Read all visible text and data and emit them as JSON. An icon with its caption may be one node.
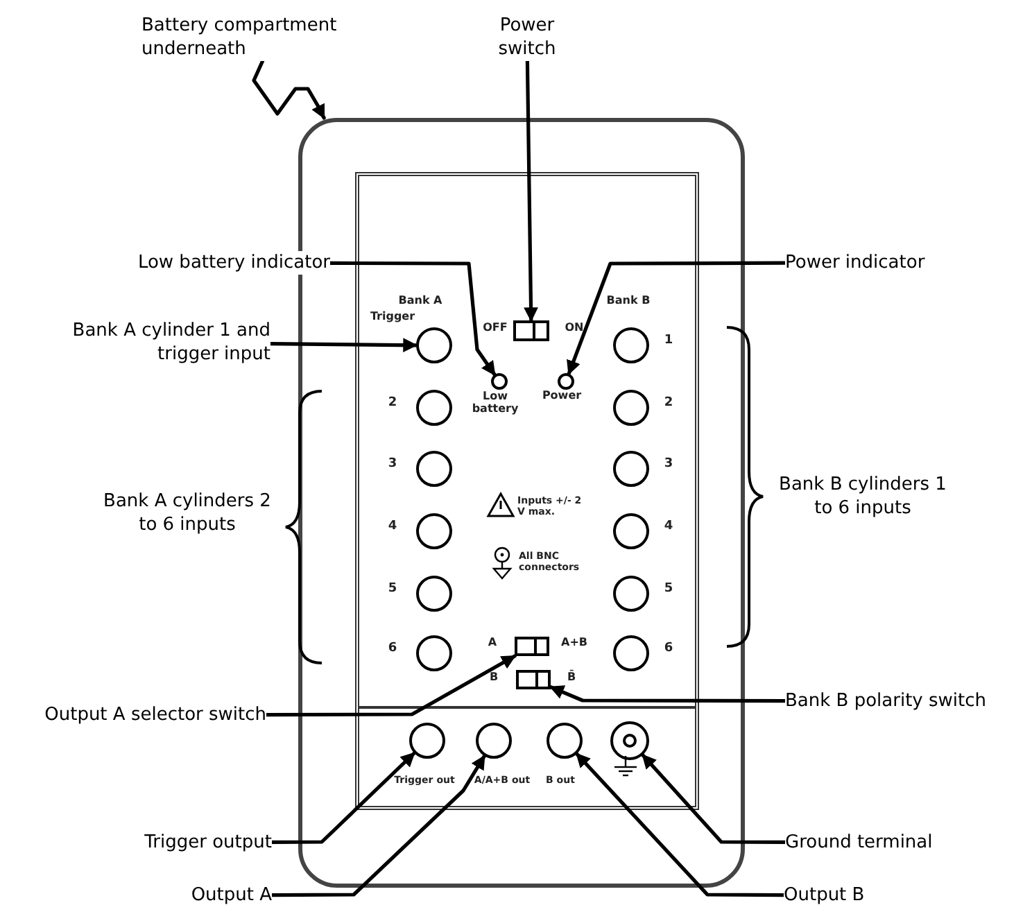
{
  "diagram": {
    "nodes": [
      {
        "text": [
          "Battery compartment underneath"
        ]
      },
      {
        "text": [],
        "shape": "box"
      },
      {
        "text": [
          "Power switch"
        ]
      },
      {
        "text": [],
        "shape": "box",
        "in": 1,
        "beside": [
          "OFF",
          "ON"
        ]
      },
      {
        "text": [
          "Low battery indicator"
        ]
      },
      {
        "text": [],
        "shape": "circle",
        "in": 1,
        "beside": [
          "Low battery"
        ]
      },
      {
        "text": [
          "Power indicator"
        ]
      },
      {
        "text": [],
        "shape": "circle",
        "in": 1,
        "beside": [
          "Power"
        ]
      },
      {
        "text": [
          "Bank A cylinder 1 and trigger input"
        ]
      },
      {
        "text": [],
        "shape": "circle",
        "in": 1,
        "beside": [
          "Trigger"
        ]
      },
      {
        "text": [
          "Output A selector switch"
        ]
      },
      {
        "text": [],
        "shape": "box",
        "in": 1,
        "beside": [
          "A",
          "A+B"
        ]
      },
      {
        "text": [
          "Bank B polarity switch"
        ]
      },
      {
        "text": [],
        "shape": "box",
        "in": 1,
        "beside": [
          "B",
          "B̄"
        ]
      },
      {
        "text": [
          "Trigger output"
        ]
      },
      {
        "text": [],
        "shape": "circle",
        "in": 1,
        "beside": [
          "Trigger out"
        ]
      },
      {
        "text": [
          "Output A"
        ]
      },
      {
        "text": [],
        "shape": "circle",
        "in": 1,
        "beside": [
          "A/A+B out"
        ]
      },
      {
        "text": [
          "Output B"
        ]
      },
      {
        "text": [],
        "shape": "circle",
        "in": 1,
        "beside": [
          "B out"
        ]
      },
      {
        "text": [
          "Ground terminal"
        ]
      },
      {
        "text": [],
        "shape": "circle",
        "in": 1
      },
      {
        "text": [],
        "shape": "circle",
        "in": 1
      },
      {
        "text": [],
        "shape": "circle",
        "in": 1
      },
      {
        "text": [],
        "shape": "circle",
        "in": 1
      },
      {
        "text": [],
        "shape": "circle",
        "in": 1
      },
      {
        "text": [],
        "shape": "circle",
        "in": 1
      },
      {
        "text": [],
        "shape": "circle",
        "in": 1
      },
      {
        "text": [],
        "shape": "circle",
        "in": 1
      },
      {
        "text": [],
        "shape": "circle",
        "in": 1
      },
      {
        "text": [],
        "shape": "circle",
        "in": 1
      },
      {
        "text": [],
        "shape": "circle",
        "in": 1
      },
      {
        "text": [],
        "shape": "circle",
        "in": 1
      }
    ],
    "edges": [
      {
        "from": 0,
        "to": 1,
        "arrow": "to"
      },
      {
        "from": 2,
        "to": 3,
        "arrow": "to"
      },
      {
        "from": 4,
        "to": 5,
        "arrow": "to"
      },
      {
        "from": 6,
        "to": 7,
        "arrow": "to"
      },
      {
        "from": 8,
        "to": 9,
        "arrow": "to"
      },
      {
        "from": 10,
        "to": 11,
        "arrow": "to"
      },
      {
        "from": 12,
        "to": 13,
        "arrow": "to"
      },
      {
        "from": 14,
        "to": 15,
        "arrow": "to"
      },
      {
        "from": 16,
        "to": 17,
        "arrow": "to"
      },
      {
        "from": 18,
        "to": 19,
        "arrow": "to"
      },
      {
        "from": 20,
        "to": 21,
        "arrow": "to"
      }
    ],
    "labels": [
      "Bank A",
      "Bank B",
      "1",
      "2",
      "2",
      "Bank A cylinders 2 to 6 inputs",
      "3",
      "3",
      "Bank B cylinders 1 to 6 inputs",
      "Inputs +/- 2 V max.",
      "4",
      "4",
      "All BNC connectors",
      "5",
      "5",
      "6",
      "6"
    ]
  }
}
